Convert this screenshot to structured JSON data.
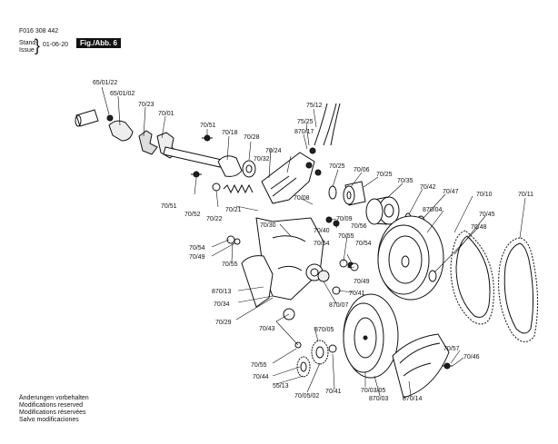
{
  "header": {
    "doc_number": "F016 308 442",
    "stand": "Stand",
    "issue": "Issue",
    "date": "01-06-20",
    "figure": "Fig./Abb. 6"
  },
  "footer": [
    "Änderungen vorbehalten",
    "Modifications reserved",
    "Modifications réservées",
    "Salvo modificaciones"
  ],
  "labels": {
    "l_65_01_22": "65/01/22",
    "l_65_01_02": "65/01/02",
    "l_70_23": "70/23",
    "l_70_01": "70/01",
    "l_70_51a": "70/51",
    "l_70_18": "70/18",
    "l_70_28": "70/28",
    "l_75_12": "75/12",
    "l_75_25": "75/25",
    "l_870_17": "870/17",
    "l_70_24": "70/24",
    "l_70_32": "70/32",
    "l_70_25a": "70/25",
    "l_70_06": "70/06",
    "l_70_25b": "70/25",
    "l_70_35": "70/35",
    "l_70_42": "70/42",
    "l_70_47": "70/47",
    "l_70_10": "70/10",
    "l_70_11": "70/11",
    "l_70_51b": "70/51",
    "l_70_52": "70/52",
    "l_70_21": "70/21",
    "l_70_08": "70/08",
    "l_70_22": "70/22",
    "l_70_09": "70/09",
    "l_70_56": "70/56",
    "l_870_04": "870/04",
    "l_70_45": "70/45",
    "l_70_30": "70/30",
    "l_70_40": "70/40",
    "l_70_48": "70/48",
    "l_70_55a": "70/55",
    "l_70_54a": "70/54",
    "l_70_54b": "70/54",
    "l_70_49a": "70/49",
    "l_70_55b": "70/55",
    "l_70_49b": "70/49",
    "l_870_13": "870/13",
    "l_70_41a": "70/41",
    "l_70_34": "70/34",
    "l_870_07": "870/07",
    "l_70_29": "70/29",
    "l_870_05": "870/05",
    "l_70_43": "70/43",
    "l_70_55c": "70/55",
    "l_70_57": "70/57",
    "l_70_46": "70/46",
    "l_70_44": "70/44",
    "l_55_13": "55/13",
    "l_70_05_02": "70/05/02",
    "l_70_41b": "70/41",
    "l_70_03_05": "70/03/05",
    "l_870_03": "870/03",
    "l_870_14": "870/14"
  }
}
